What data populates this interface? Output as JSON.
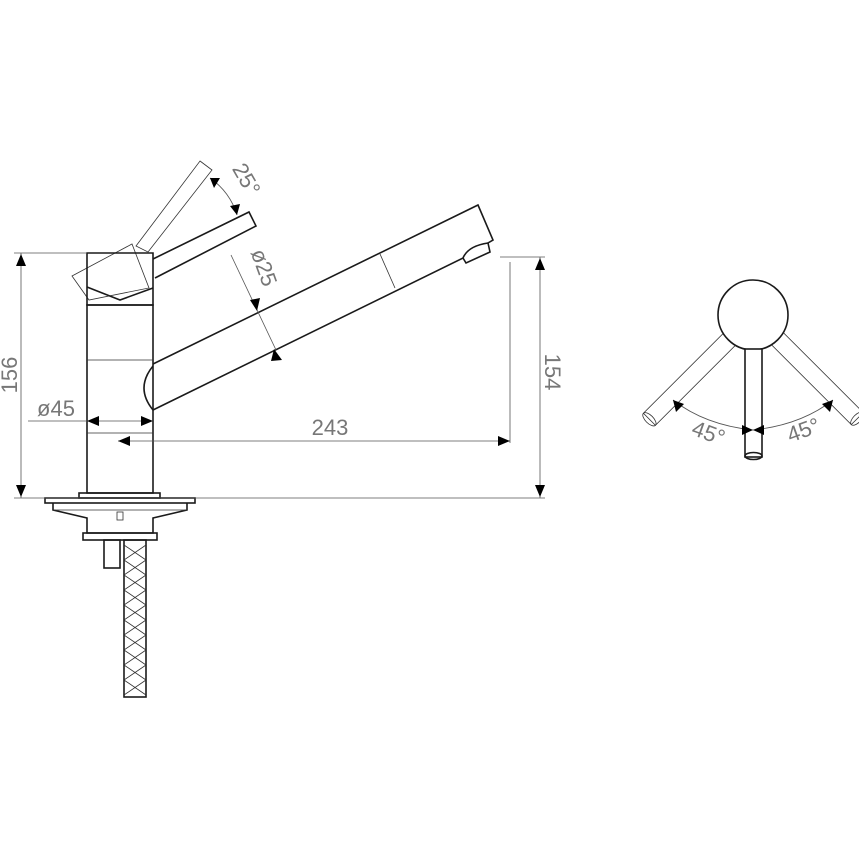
{
  "title": "Kitchen mixer tap dimension drawing",
  "dimensions": {
    "total_height": "156",
    "spout_height": "154",
    "spout_reach": "243",
    "body_diameter": "ø45",
    "spout_diameter": "ø25",
    "lever_tilt": "25°",
    "lever_rotation_left": "45°",
    "lever_rotation_right": "45°"
  },
  "colors": {
    "line": "#1a1a1a",
    "label": "#777777"
  }
}
